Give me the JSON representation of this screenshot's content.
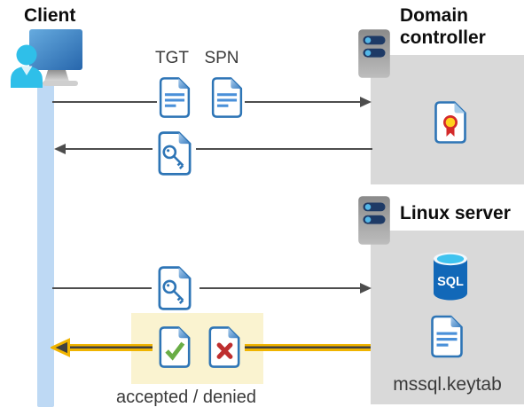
{
  "client": {
    "label": "Client"
  },
  "domain_controller": {
    "label": "Domain controller"
  },
  "linux_server": {
    "label": "Linux server",
    "sql_badge": "SQL",
    "keytab_label": "mssql.keytab"
  },
  "flow": {
    "tgt_label": "TGT",
    "spn_label": "SPN",
    "result_label": "accepted / denied"
  },
  "colors": {
    "doc_border_blue": "#2e75b6",
    "doc_line_blue": "#4a90d9",
    "timeline_blue": "#bed9f4",
    "person_cyan": "#2fbfe9",
    "monitor_blue": "#3d7fc4",
    "server_pill_navy": "#1e3a66",
    "server_dot_cyan": "#54b8e8",
    "panel_gray": "#d9d9d9",
    "arrow_gray": "#4d4d4d",
    "highlight_yellow": "#f0b400",
    "highlight_box_yellow": "#faf3d0",
    "accepted_green": "#69ad45",
    "denied_red": "#be2e2e",
    "cert_ribbon_red": "#d42a2a",
    "cert_seal_yellow": "#ffd21f",
    "sql_body_blue": "#1268b8",
    "sql_top_cyan": "#3fc3ef"
  }
}
